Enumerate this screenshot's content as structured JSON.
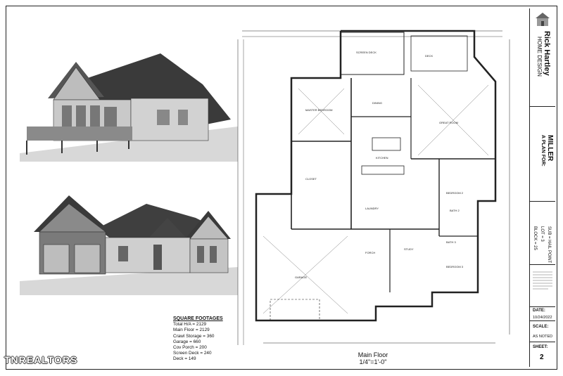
{
  "square_footages": {
    "title": "SQUARE FOOTAGES",
    "lines": [
      "Total H/A = 2129",
      "Main Floor = 2129",
      "Crawl Storage = 360",
      "Garage = 660",
      "Cov Porch = 200",
      "Screen Deck = 240",
      "Deck = 149"
    ]
  },
  "plan": {
    "title": "Main Floor",
    "scale": "1/4\"=1'-0\"",
    "rooms": [
      "MASTER BEDROOM",
      "DINING",
      "GREAT ROOM",
      "KITCHEN",
      "BEDROOM 2",
      "BEDROOM 3",
      "LAUNDRY",
      "CLOSET",
      "GARAGE",
      "FORCH",
      "DECK",
      "SCREEN DECK",
      "BATH 2",
      "BATH 3",
      "STUDY"
    ]
  },
  "title_block": {
    "company": "Rick Hartley",
    "company_sub": "HOME DESIGN",
    "plan_for_label": "A PLAN FOR:",
    "client": "MILLER",
    "block": "BLOCK = 25",
    "lot": "LOT = 3",
    "subdivision": "SUB = HAIL POINT",
    "date_label": "DATE:",
    "date_value": "10/24/2022",
    "scale_label": "SCALE:",
    "scale_value": "AS NOTED",
    "sheet_label": "SHEET:",
    "sheet_value": "2"
  },
  "watermark": "TNREALTORS",
  "colors": {
    "roof": "#3a3a3a",
    "siding": "#c8c8c8",
    "line": "#222222"
  }
}
